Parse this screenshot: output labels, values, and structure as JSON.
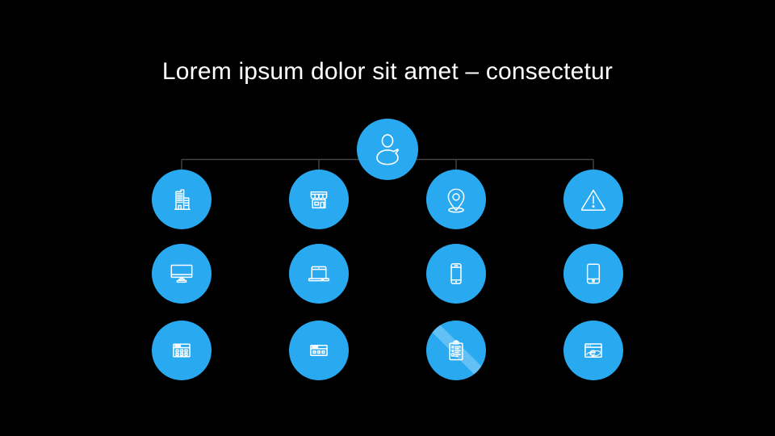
{
  "slide": {
    "title": "Lorem ipsum dolor sit amet – consectetur",
    "colors": {
      "background": "#000000",
      "node_fill": "#29A9F0",
      "icon_stroke": "#FFFFFF",
      "connector": "#454545",
      "title_color": "#FFFFFF"
    }
  },
  "org_chart": {
    "nodes": [
      {
        "id": "root",
        "icon": "person-icon"
      },
      {
        "id": "r1c1",
        "icon": "office-building-icon"
      },
      {
        "id": "r1c2",
        "icon": "storefront-icon"
      },
      {
        "id": "r1c3",
        "icon": "location-pin-icon"
      },
      {
        "id": "r1c4",
        "icon": "warning-triangle-icon"
      },
      {
        "id": "r2c1",
        "icon": "desktop-monitor-icon"
      },
      {
        "id": "r2c2",
        "icon": "laptop-icon"
      },
      {
        "id": "r2c3",
        "icon": "smartphone-icon"
      },
      {
        "id": "r2c4",
        "icon": "tablet-icon"
      },
      {
        "id": "r3c1",
        "icon": "calendar-icon"
      },
      {
        "id": "r3c2",
        "icon": "browser-window-icon"
      },
      {
        "id": "r3c3",
        "icon": "clipboard-checklist-icon"
      },
      {
        "id": "r3c4",
        "icon": "internet-explorer-icon"
      }
    ]
  }
}
